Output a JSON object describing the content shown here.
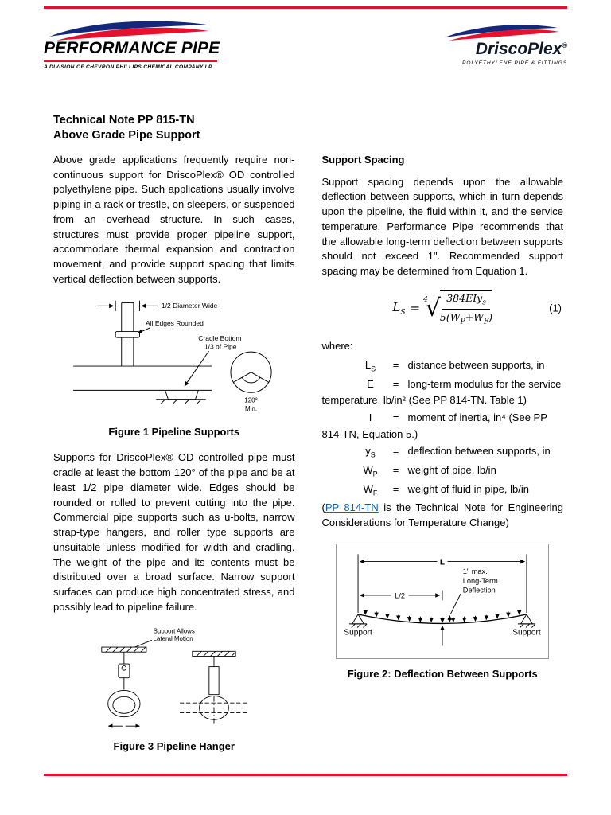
{
  "theme": {
    "accent_red": "#e8112d",
    "logo_blue": "#14287b",
    "link_blue": "#0563c1"
  },
  "header": {
    "performance_pipe": {
      "name": "PERFORMANCE PIPE",
      "tagline": "A DIVISION OF CHEVRON PHILLIPS CHEMICAL COMPANY LP"
    },
    "driscoplex": {
      "name": "DriscoPlex",
      "reg": "®",
      "tagline": "POLYETHYLENE PIPE & FITTINGS"
    }
  },
  "title": {
    "line1": "Technical Note PP 815-TN",
    "line2": "Above Grade Pipe Support"
  },
  "left": {
    "para1": "Above grade applications frequently require non-continuous support for DriscoPlex® OD controlled polyethylene pipe. Such applications usually involve piping in a rack or trestle, on sleepers, or suspended from an overhead structure. In such cases, structures must provide proper pipeline support, accommodate thermal expansion and contraction movement, and provide support spacing that limits vertical deflection between supports.",
    "fig1": {
      "labels": {
        "half_diameter": "1/2 Diameter Wide",
        "edges": "All Edges Rounded",
        "cradle1": "Cradle Bottom",
        "cradle2": "1/3 of Pipe",
        "angle": "120°",
        "min": "Min."
      },
      "caption": "Figure 1 Pipeline Supports"
    },
    "para2": "Supports for DriscoPlex® OD controlled pipe must cradle at least the bottom 120° of the pipe and be at least 1/2 pipe diameter wide. Edges should be rounded or rolled to prevent cutting into the pipe. Commercial pipe supports such as u-bolts, narrow strap-type hangers, and roller type supports are unsuitable unless modified for width and cradling. The weight of the pipe and its contents must be distributed over a broad surface. Narrow support surfaces can produce high concentrated stress, and possibly lead to pipeline failure.",
    "fig3": {
      "labels": {
        "lateral1": "Support Allows",
        "lateral2": "Lateral Motion"
      },
      "caption": "Figure 3 Pipeline Hanger"
    }
  },
  "right": {
    "heading": "Support Spacing",
    "para1": "Support spacing depends upon the allowable deflection between supports, which in turn depends upon the pipeline, the fluid within it, and the service temperature.  Performance Pipe recommends that the allowable long-term deflection between supports should not exceed 1\". Recommended support spacing may be determined from Equation 1.",
    "equation": {
      "lhs_base": "L",
      "lhs_sub": "S",
      "equals": "=",
      "root_index": "4",
      "radical": "√",
      "num": "384EIy",
      "num_sub": "s",
      "den_pre": "5(W",
      "den_sub1": "P",
      "den_mid": "+W",
      "den_sub2": "F",
      "den_post": ")",
      "number": "(1)"
    },
    "where_label": "where:",
    "where": [
      {
        "sym": "L",
        "sub": "S",
        "eq": "=",
        "def": "distance between supports, in"
      },
      {
        "sym": "E",
        "sub": "",
        "eq": "=",
        "def": "long-term modulus for the service temperature, lb/in² (See PP 814-TN. Table 1)"
      },
      {
        "sym": "I",
        "sub": "",
        "eq": "=",
        "def": "moment of inertia, in⁴ (See PP 814-TN, Equation 5.)"
      },
      {
        "sym": "y",
        "sub": "S",
        "eq": "=",
        "def": "deflection between supports, in"
      },
      {
        "sym": "W",
        "sub": "P",
        "eq": "=",
        "def": "weight of pipe, lb/in"
      },
      {
        "sym": "W",
        "sub": "F",
        "eq": "=",
        "def": "weight of fluid in pipe, lb/in"
      }
    ],
    "note": {
      "pre": "(",
      "link": "PP 814-TN",
      "post": " is the Technical Note for Engineering Considerations for Temperature Change)"
    },
    "fig2": {
      "labels": {
        "span": "L",
        "max": "1\" max.",
        "lt1": "Long-Term",
        "lt2": "Deflection",
        "half": "L/2",
        "support_left": "Support",
        "support_right": "Support"
      },
      "caption": "Figure 2: Deflection Between Supports"
    }
  }
}
